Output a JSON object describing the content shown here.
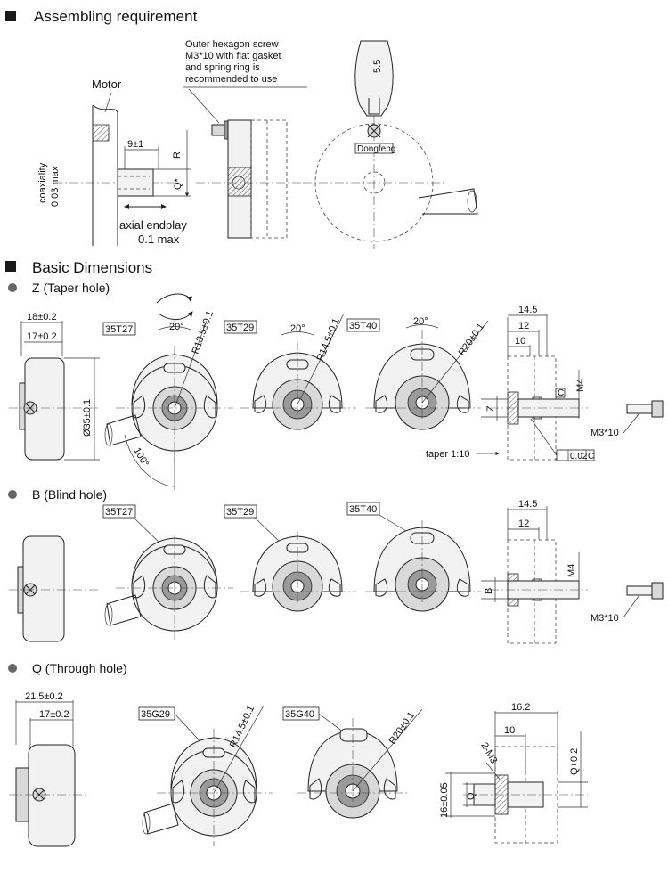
{
  "sections": {
    "assembling": "Assembling requirement",
    "basic": "Basic Dimensions",
    "z": "Z (Taper hole)",
    "b": "B (Blind hole)",
    "q": "Q (Through hole)"
  },
  "assembly": {
    "motor": "Motor",
    "screw_note": [
      "Outer hexagon screw",
      "M3*10 with flat gasket",
      "and spring ring is",
      "recommended to use"
    ],
    "coaxiality": [
      "coaxiality",
      "0.03 max"
    ],
    "endplay": [
      "axial endplay",
      "0.1 max"
    ],
    "dim_9": "9±1",
    "r": "R",
    "q": "Q*",
    "wrench": "5.5",
    "brand": "Dongfeng"
  },
  "z": {
    "width_18": "18±0.2",
    "width_17": "17±0.2",
    "dia": "Ø35±0.1",
    "angle_100": "100°",
    "labels": [
      "35T27",
      "35T29",
      "35T40"
    ],
    "angle_20": "20°",
    "radii": [
      "R13.5±0.1",
      "R14.5±0.1",
      "R20±0.1"
    ],
    "d145": "14.5",
    "d12": "12",
    "d10": "10",
    "m4": "M4",
    "zlabel": "Z",
    "taper": "taper 1:10",
    "tol": "0.02",
    "datum": "C",
    "m3": "M3*10"
  },
  "b": {
    "labels": [
      "35T27",
      "35T29",
      "35T40"
    ],
    "d145": "14.5",
    "d12": "12",
    "m4": "M4",
    "blabel": "B",
    "m3": "M3*10"
  },
  "q": {
    "width_215": "21.5±0.2",
    "width_17": "17±0.2",
    "labels": [
      "35G29",
      "35G40"
    ],
    "radii": [
      "R14.5±0.1",
      "R20±0.1"
    ],
    "d162": "16.2",
    "d10": "10",
    "m3": "2-M3",
    "d16": "16±0.05",
    "qlabel": "Q",
    "qplus": "Q+0.2"
  }
}
